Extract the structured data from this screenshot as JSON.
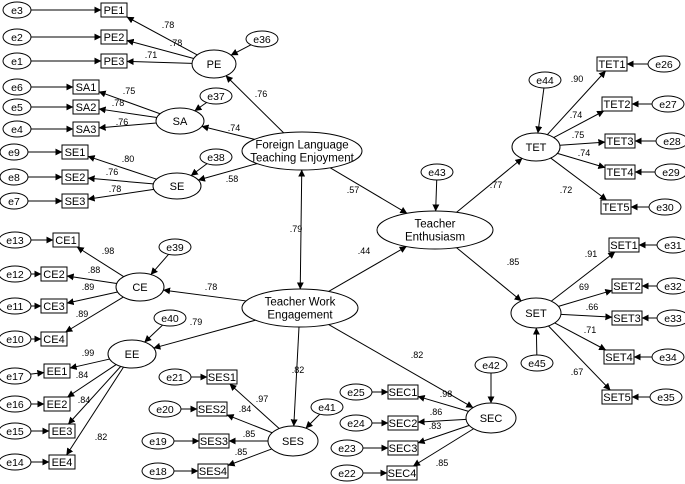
{
  "nodes": {
    "flte": {
      "label": [
        "Foreign Language",
        "Teaching Enjoyment"
      ]
    },
    "twe": {
      "label": [
        "Teacher Work",
        "Engagement"
      ]
    },
    "te": {
      "label": [
        "Teacher",
        "Enthusiasm"
      ]
    },
    "pe": {
      "label": [
        "PE"
      ]
    },
    "sa": {
      "label": [
        "SA"
      ]
    },
    "se": {
      "label": [
        "SE"
      ]
    },
    "ce": {
      "label": [
        "CE"
      ]
    },
    "ee": {
      "label": [
        "EE"
      ]
    },
    "ses": {
      "label": [
        "SES"
      ]
    },
    "sec": {
      "label": [
        "SEC"
      ]
    },
    "tet": {
      "label": [
        "TET"
      ]
    },
    "set": {
      "label": [
        "SET"
      ]
    },
    "pe1": {
      "label": [
        "PE1"
      ]
    },
    "pe2": {
      "label": [
        "PE2"
      ]
    },
    "pe3": {
      "label": [
        "PE3"
      ]
    },
    "sa1": {
      "label": [
        "SA1"
      ]
    },
    "sa2": {
      "label": [
        "SA2"
      ]
    },
    "sa3": {
      "label": [
        "SA3"
      ]
    },
    "se1": {
      "label": [
        "SE1"
      ]
    },
    "se2": {
      "label": [
        "SE2"
      ]
    },
    "se3": {
      "label": [
        "SE3"
      ]
    },
    "ce1": {
      "label": [
        "CE1"
      ]
    },
    "ce2": {
      "label": [
        "CE2"
      ]
    },
    "ce3": {
      "label": [
        "CE3"
      ]
    },
    "ce4": {
      "label": [
        "CE4"
      ]
    },
    "ee1": {
      "label": [
        "EE1"
      ]
    },
    "ee2": {
      "label": [
        "EE2"
      ]
    },
    "ee3": {
      "label": [
        "EE3"
      ]
    },
    "ee4": {
      "label": [
        "EE4"
      ]
    },
    "ses1": {
      "label": [
        "SES1"
      ]
    },
    "ses2": {
      "label": [
        "SES2"
      ]
    },
    "ses3": {
      "label": [
        "SES3"
      ]
    },
    "ses4": {
      "label": [
        "SES4"
      ]
    },
    "sec1": {
      "label": [
        "SEC1"
      ]
    },
    "sec2": {
      "label": [
        "SEC2"
      ]
    },
    "sec3": {
      "label": [
        "SEC3"
      ]
    },
    "sec4": {
      "label": [
        "SEC4"
      ]
    },
    "tet1": {
      "label": [
        "TET1"
      ]
    },
    "tet2": {
      "label": [
        "TET2"
      ]
    },
    "tet3": {
      "label": [
        "TET3"
      ]
    },
    "tet4": {
      "label": [
        "TET4"
      ]
    },
    "tet5": {
      "label": [
        "TET5"
      ]
    },
    "set1": {
      "label": [
        "SET1"
      ]
    },
    "set2": {
      "label": [
        "SET2"
      ]
    },
    "set3": {
      "label": [
        "SET3"
      ]
    },
    "set4": {
      "label": [
        "SET4"
      ]
    },
    "set5": {
      "label": [
        "SET5"
      ]
    },
    "e1": {
      "label": [
        "e1"
      ]
    },
    "e2": {
      "label": [
        "e2"
      ]
    },
    "e3": {
      "label": [
        "e3"
      ]
    },
    "e4": {
      "label": [
        "e4"
      ]
    },
    "e5": {
      "label": [
        "e5"
      ]
    },
    "e6": {
      "label": [
        "e6"
      ]
    },
    "e7": {
      "label": [
        "e7"
      ]
    },
    "e8": {
      "label": [
        "e8"
      ]
    },
    "e9": {
      "label": [
        "e9"
      ]
    },
    "e10": {
      "label": [
        "e10"
      ]
    },
    "e11": {
      "label": [
        "e11"
      ]
    },
    "e12": {
      "label": [
        "e12"
      ]
    },
    "e13": {
      "label": [
        "e13"
      ]
    },
    "e14": {
      "label": [
        "e14"
      ]
    },
    "e15": {
      "label": [
        "e15"
      ]
    },
    "e16": {
      "label": [
        "e16"
      ]
    },
    "e17": {
      "label": [
        "e17"
      ]
    },
    "e18": {
      "label": [
        "e18"
      ]
    },
    "e19": {
      "label": [
        "e19"
      ]
    },
    "e20": {
      "label": [
        "e20"
      ]
    },
    "e21": {
      "label": [
        "e21"
      ]
    },
    "e22": {
      "label": [
        "e22"
      ]
    },
    "e23": {
      "label": [
        "e23"
      ]
    },
    "e24": {
      "label": [
        "e24"
      ]
    },
    "e25": {
      "label": [
        "e25"
      ]
    },
    "e26": {
      "label": [
        "e26"
      ]
    },
    "e27": {
      "label": [
        "e27"
      ]
    },
    "e28": {
      "label": [
        "e28"
      ]
    },
    "e29": {
      "label": [
        "e29"
      ]
    },
    "e30": {
      "label": [
        "e30"
      ]
    },
    "e31": {
      "label": [
        "e31"
      ]
    },
    "e32": {
      "label": [
        "e32"
      ]
    },
    "e33": {
      "label": [
        "e33"
      ]
    },
    "e34": {
      "label": [
        "e34"
      ]
    },
    "e35": {
      "label": [
        "e35"
      ]
    },
    "e36": {
      "label": [
        "e36"
      ]
    },
    "e37": {
      "label": [
        "e37"
      ]
    },
    "e38": {
      "label": [
        "e38"
      ]
    },
    "e39": {
      "label": [
        "e39"
      ]
    },
    "e40": {
      "label": [
        "e40"
      ]
    },
    "e41": {
      "label": [
        "e41"
      ]
    },
    "e42": {
      "label": [
        "e42"
      ]
    },
    "e43": {
      "label": [
        "e43"
      ]
    },
    "e44": {
      "label": [
        "e44"
      ]
    },
    "e45": {
      "label": [
        "e45"
      ]
    }
  },
  "paths": [
    {
      "from": "pe",
      "to": "pe1",
      "weight": ".78"
    },
    {
      "from": "pe",
      "to": "pe2",
      "weight": ".78"
    },
    {
      "from": "pe",
      "to": "pe3",
      "weight": ".71"
    },
    {
      "from": "sa",
      "to": "sa1",
      "weight": ".75"
    },
    {
      "from": "sa",
      "to": "sa2",
      "weight": ".78"
    },
    {
      "from": "sa",
      "to": "sa3",
      "weight": ".76"
    },
    {
      "from": "se",
      "to": "se1",
      "weight": ".80"
    },
    {
      "from": "se",
      "to": "se2",
      "weight": ".76"
    },
    {
      "from": "se",
      "to": "se3",
      "weight": ".78"
    },
    {
      "from": "flte",
      "to": "pe",
      "weight": ".76"
    },
    {
      "from": "flte",
      "to": "sa",
      "weight": ".74"
    },
    {
      "from": "flte",
      "to": "se",
      "weight": ".58"
    },
    {
      "from": "flte",
      "to": "te",
      "weight": ".57"
    },
    {
      "from": "flte",
      "to": "twe",
      "weight": ".79",
      "bidirectional": true
    },
    {
      "from": "twe",
      "to": "te",
      "weight": ".44"
    },
    {
      "from": "twe",
      "to": "ce",
      "weight": ".78"
    },
    {
      "from": "twe",
      "to": "ee",
      "weight": ".79"
    },
    {
      "from": "twe",
      "to": "ses",
      "weight": ".82"
    },
    {
      "from": "twe",
      "to": "sec",
      "weight": ".82"
    },
    {
      "from": "ce",
      "to": "ce1",
      "weight": ".98"
    },
    {
      "from": "ce",
      "to": "ce2",
      "weight": ".88"
    },
    {
      "from": "ce",
      "to": "ce3",
      "weight": ".89"
    },
    {
      "from": "ce",
      "to": "ce4",
      "weight": ".89"
    },
    {
      "from": "ee",
      "to": "ee1",
      "weight": ".99"
    },
    {
      "from": "ee",
      "to": "ee2",
      "weight": ".84"
    },
    {
      "from": "ee",
      "to": "ee3",
      "weight": ".84"
    },
    {
      "from": "ee",
      "to": "ee4",
      "weight": ".82"
    },
    {
      "from": "ses",
      "to": "ses1",
      "weight": ".97"
    },
    {
      "from": "ses",
      "to": "ses2",
      "weight": ".84"
    },
    {
      "from": "ses",
      "to": "ses3",
      "weight": ".85"
    },
    {
      "from": "ses",
      "to": "ses4",
      "weight": ".85"
    },
    {
      "from": "sec",
      "to": "sec1",
      "weight": ".98"
    },
    {
      "from": "sec",
      "to": "sec2",
      "weight": ".86"
    },
    {
      "from": "sec",
      "to": "sec3",
      "weight": ".83"
    },
    {
      "from": "sec",
      "to": "sec4",
      "weight": ".85"
    },
    {
      "from": "te",
      "to": "tet",
      "weight": ".77"
    },
    {
      "from": "te",
      "to": "set",
      "weight": ".85"
    },
    {
      "from": "tet",
      "to": "tet1",
      "weight": ".90"
    },
    {
      "from": "tet",
      "to": "tet2",
      "weight": ".74"
    },
    {
      "from": "tet",
      "to": "tet3",
      "weight": ".75"
    },
    {
      "from": "tet",
      "to": "tet4",
      "weight": ".74"
    },
    {
      "from": "tet",
      "to": "tet5",
      "weight": ".72"
    },
    {
      "from": "set",
      "to": "set1",
      "weight": ".91"
    },
    {
      "from": "set",
      "to": "set2",
      "weight": "69"
    },
    {
      "from": "set",
      "to": "set3",
      "weight": ".66"
    },
    {
      "from": "set",
      "to": "set4",
      "weight": ".71"
    },
    {
      "from": "set",
      "to": "set5",
      "weight": ".67"
    },
    {
      "from": "e1",
      "to": "pe3"
    },
    {
      "from": "e2",
      "to": "pe2"
    },
    {
      "from": "e3",
      "to": "pe1"
    },
    {
      "from": "e4",
      "to": "sa3"
    },
    {
      "from": "e5",
      "to": "sa2"
    },
    {
      "from": "e6",
      "to": "sa1"
    },
    {
      "from": "e7",
      "to": "se3"
    },
    {
      "from": "e8",
      "to": "se2"
    },
    {
      "from": "e9",
      "to": "se1"
    },
    {
      "from": "e13",
      "to": "ce1"
    },
    {
      "from": "e12",
      "to": "ce2"
    },
    {
      "from": "e11",
      "to": "ce3"
    },
    {
      "from": "e10",
      "to": "ce4"
    },
    {
      "from": "e17",
      "to": "ee1"
    },
    {
      "from": "e16",
      "to": "ee2"
    },
    {
      "from": "e15",
      "to": "ee3"
    },
    {
      "from": "e14",
      "to": "ee4"
    },
    {
      "from": "e21",
      "to": "ses1"
    },
    {
      "from": "e20",
      "to": "ses2"
    },
    {
      "from": "e19",
      "to": "ses3"
    },
    {
      "from": "e18",
      "to": "ses4"
    },
    {
      "from": "e25",
      "to": "sec1"
    },
    {
      "from": "e24",
      "to": "sec2"
    },
    {
      "from": "e23",
      "to": "sec3"
    },
    {
      "from": "e22",
      "to": "sec4"
    },
    {
      "from": "e26",
      "to": "tet1"
    },
    {
      "from": "e27",
      "to": "tet2"
    },
    {
      "from": "e28",
      "to": "tet3"
    },
    {
      "from": "e29",
      "to": "tet4"
    },
    {
      "from": "e30",
      "to": "tet5"
    },
    {
      "from": "e31",
      "to": "set1"
    },
    {
      "from": "e32",
      "to": "set2"
    },
    {
      "from": "e33",
      "to": "set3"
    },
    {
      "from": "e34",
      "to": "set4"
    },
    {
      "from": "e35",
      "to": "set5"
    },
    {
      "from": "e36",
      "to": "pe"
    },
    {
      "from": "e37",
      "to": "sa"
    },
    {
      "from": "e38",
      "to": "se"
    },
    {
      "from": "e39",
      "to": "ce"
    },
    {
      "from": "e40",
      "to": "ee"
    },
    {
      "from": "e41",
      "to": "ses"
    },
    {
      "from": "e42",
      "to": "sec"
    },
    {
      "from": "e43",
      "to": "te"
    },
    {
      "from": "e44",
      "to": "tet"
    },
    {
      "from": "e45",
      "to": "set"
    }
  ]
}
